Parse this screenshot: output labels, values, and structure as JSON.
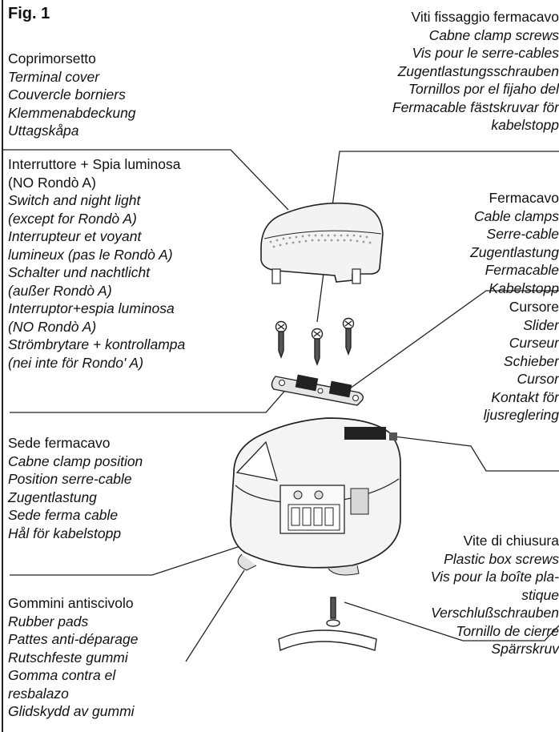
{
  "figure_label": "Fig. 1",
  "callouts": {
    "terminal_cover": {
      "lines": [
        "Coprimorsetto",
        "Terminal cover",
        "Couvercle borniers",
        "Klemmenabdeckung",
        "Uttagskåpa"
      ]
    },
    "switch_light": {
      "lines": [
        "Interruttore + Spia luminosa",
        "(NO Rondò A)",
        "Switch and night light",
        "(except for Rondò A)",
        "Interrupteur et voyant",
        "lumineux (pas le Rondò A)",
        "Schalter und nachtlicht",
        "(außer Rondò A)",
        "Interruptor+espia luminosa",
        "(NO Rondò A)",
        "Strömbrytare + kontrollampa",
        "(nei inte för Rondo' A)"
      ]
    },
    "clamp_position": {
      "lines": [
        "Sede fermacavo",
        "Cabne clamp position",
        "Position serre-cable",
        "Zugentlastung",
        "Sede ferma cable",
        "Hål för kabelstopp"
      ]
    },
    "rubber_pads": {
      "lines": [
        "Gommini antiscivolo",
        "Rubber pads",
        "Pattes anti-déparage",
        "Rutschfeste gummi",
        "Gomma contra el",
        "resbalazo",
        "Glidskydd av gummi"
      ]
    },
    "clamp_screws": {
      "lines": [
        "Viti fissaggio fermacavo",
        "Cabne clamp screws",
        "Vis pour le serre-cables",
        "Zugentlastungsschrauben",
        "Tornillos por el fijaho del",
        "Fermacable fästskruvar för",
        "kabelstopp"
      ]
    },
    "cable_clamps": {
      "lines": [
        "Fermacavo",
        "Cable clamps",
        "Serre-cable",
        "Zugentlastung",
        "Fermacable",
        "Kabelstopp"
      ]
    },
    "slider": {
      "lines": [
        "Cursore",
        "Slider",
        "Curseur",
        "Schieber",
        "Cursor",
        "Kontakt för",
        "ljusreglering"
      ]
    },
    "box_screws": {
      "lines": [
        "Vite di chiusura",
        "Plastic box screws",
        "Vis pour la boîte pla-",
        "stique",
        "Verschlußschrauben",
        "Tornillo de cierre",
        "Spärrskruv"
      ]
    }
  }
}
